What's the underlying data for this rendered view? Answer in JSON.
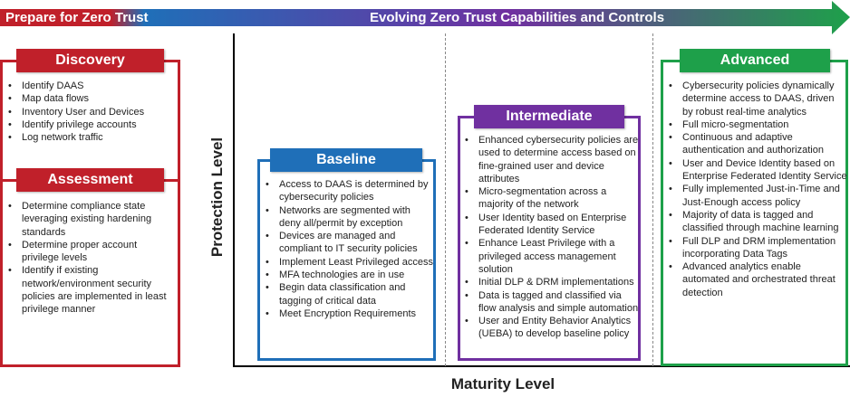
{
  "banner": {
    "left_label": "Prepare for Zero Trust",
    "right_label": "Evolving Zero Trust Capabilities and Controls"
  },
  "colors": {
    "red": "#c0202a",
    "blue": "#1f6fb8",
    "purple": "#7030a0",
    "green": "#1ea04a"
  },
  "axes": {
    "y_label": "Protection Level",
    "x_label": "Maturity Level"
  },
  "discovery": {
    "title": "Discovery",
    "items": [
      "Identify DAAS",
      "Map data flows",
      "Inventory User and Devices",
      "Identify privilege accounts",
      "Log network traffic"
    ]
  },
  "assessment": {
    "title": "Assessment",
    "items": [
      "Determine compliance state leveraging existing hardening standards",
      "Determine proper account privilege levels",
      "Identify if existing network/environment security policies are implemented in least privilege manner"
    ]
  },
  "baseline": {
    "title": "Baseline",
    "items": [
      "Access to DAAS is determined by cybersecurity policies",
      "Networks are segmented with deny all/permit by exception",
      "Devices are managed and compliant to IT security policies",
      "Implement Least Privileged access",
      "MFA technologies are in use",
      "Begin data classification and tagging of critical data",
      "Meet Encryption Requirements"
    ]
  },
  "intermediate": {
    "title": "Intermediate",
    "items": [
      "Enhanced cybersecurity policies are used to determine access based on fine-grained user and device attributes",
      "Micro-segmentation across a majority of the network",
      "User Identity based on Enterprise Federated Identity Service",
      "Enhance Least Privilege with a privileged access management solution",
      "Initial DLP & DRM implementations",
      "Data is tagged and classified via flow analysis and simple automation",
      "User and Entity Behavior Analytics (UEBA) to develop baseline policy"
    ]
  },
  "advanced": {
    "title": "Advanced",
    "items": [
      "Cybersecurity policies dynamically determine access to DAAS, driven by robust real-time analytics",
      "Full micro-segmentation",
      "Continuous and adaptive authentication and authorization",
      "User and Device Identity based on Enterprise Federated Identity Service",
      "Fully implemented Just-in-Time and Just-Enough access policy",
      "Majority of data is tagged and classified through machine learning",
      "Full DLP and DRM implementation incorporating Data Tags",
      "Advanced analytics enable automated and orchestrated threat detection"
    ]
  }
}
